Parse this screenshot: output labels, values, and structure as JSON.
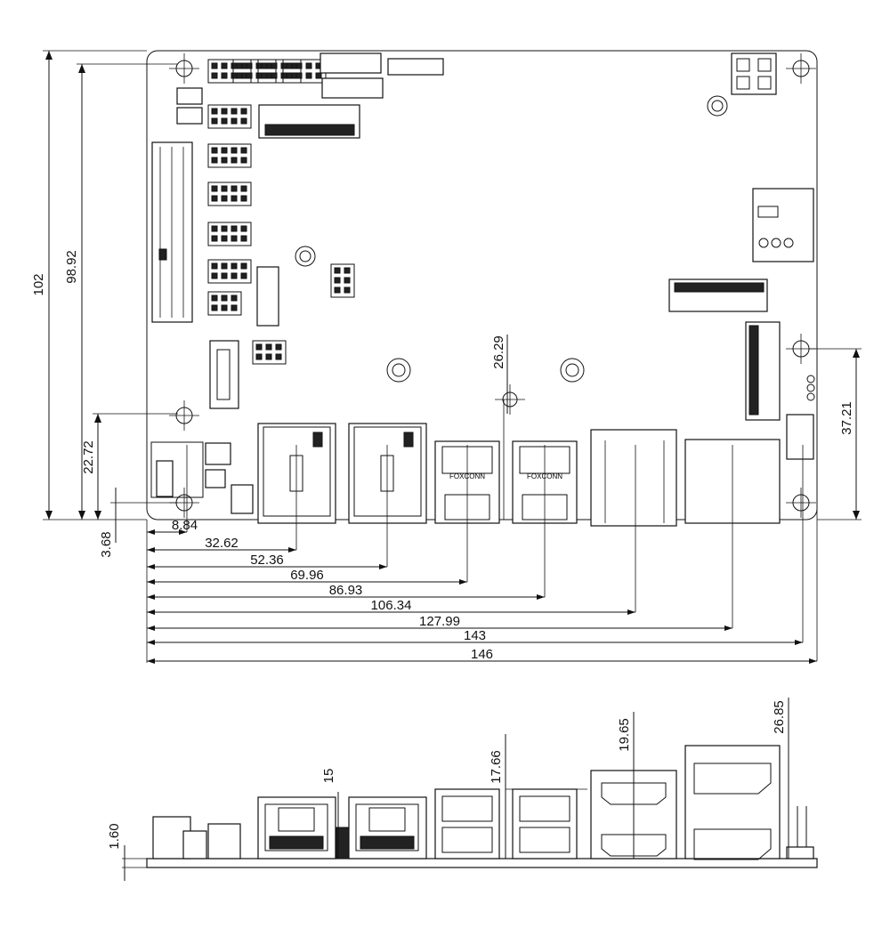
{
  "top_view": {
    "dimensions": {
      "board_height": "102",
      "hole_height": "98.92",
      "left_hole_height": "22.72",
      "hole_offset": "3.68",
      "right_hole_height": "37.21",
      "mid_hole_offset": "26.29",
      "port_offsets": [
        "8.84",
        "32.62",
        "52.36",
        "69.96",
        "86.93",
        "106.34",
        "127.99",
        "143",
        "146"
      ]
    },
    "usb_brand": "FOXCONN"
  },
  "side_view": {
    "dimensions": {
      "pcb_thickness": "1.60",
      "rj45_height": "15",
      "usb_height": "17.66",
      "hdmi_height": "19.65",
      "dp_height": "26.85"
    }
  }
}
